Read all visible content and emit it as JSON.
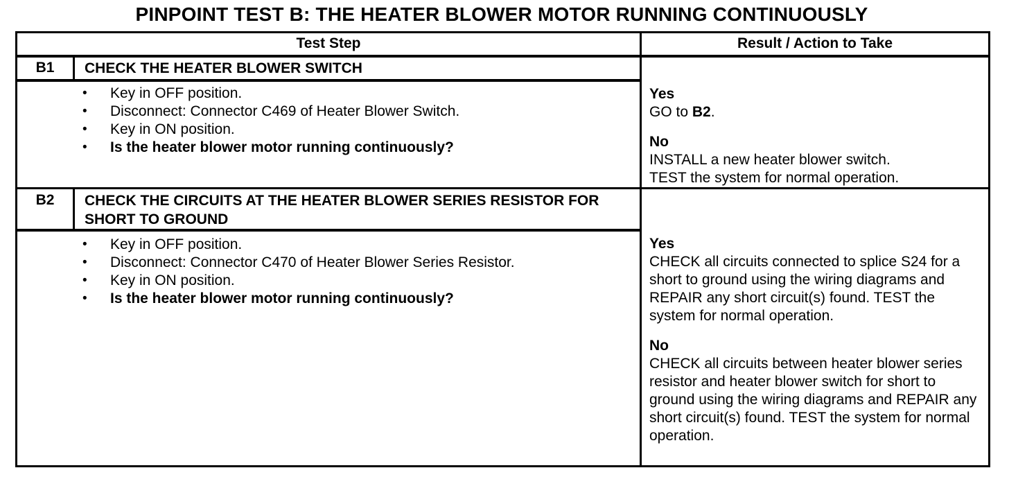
{
  "title": "PINPOINT TEST B: THE HEATER BLOWER MOTOR RUNNING CONTINUOUSLY",
  "colors": {
    "text": "#000000",
    "border": "#000000",
    "background": "#ffffff"
  },
  "glyphs": {
    "bullet": "•"
  },
  "headers": {
    "test_step": "Test Step",
    "result_action": "Result / Action to Take"
  },
  "steps": [
    {
      "id": "B1",
      "title": "CHECK THE HEATER BLOWER SWITCH",
      "bullets": [
        {
          "text": "Key in OFF position.",
          "emphasis": false
        },
        {
          "text": "Disconnect: Connector C469 of Heater Blower Switch.",
          "emphasis": false
        },
        {
          "text": "Key in ON position.",
          "emphasis": false
        },
        {
          "text": "Is the heater blower motor running continuously?",
          "emphasis": true
        }
      ],
      "results": {
        "yes_label": "Yes",
        "yes_action_pre": "GO to ",
        "yes_action_bold": "B2",
        "yes_action_post": ".",
        "no_label": "No",
        "no_action_line1": "INSTALL a new heater blower switch.",
        "no_action_line2": "TEST the system for normal operation."
      }
    },
    {
      "id": "B2",
      "title": "CHECK THE CIRCUITS AT THE HEATER BLOWER SERIES RESISTOR FOR SHORT TO GROUND",
      "bullets": [
        {
          "text": "Key in OFF position.",
          "emphasis": false
        },
        {
          "text": "Disconnect: Connector C470 of Heater Blower Series Resistor.",
          "emphasis": false
        },
        {
          "text": "Key in ON position.",
          "emphasis": false
        },
        {
          "text": "Is the heater blower motor running continuously?",
          "emphasis": true
        }
      ],
      "results": {
        "yes_label": "Yes",
        "yes_action": "CHECK all circuits connected to splice S24 for a short to ground using the wiring diagrams and REPAIR any short circuit(s) found. TEST the system for normal operation.",
        "no_label": "No",
        "no_action": "CHECK all circuits between heater blower series resistor and heater blower switch for short to ground using the wiring diagrams and REPAIR any short circuit(s) found. TEST the system for normal operation."
      }
    }
  ]
}
